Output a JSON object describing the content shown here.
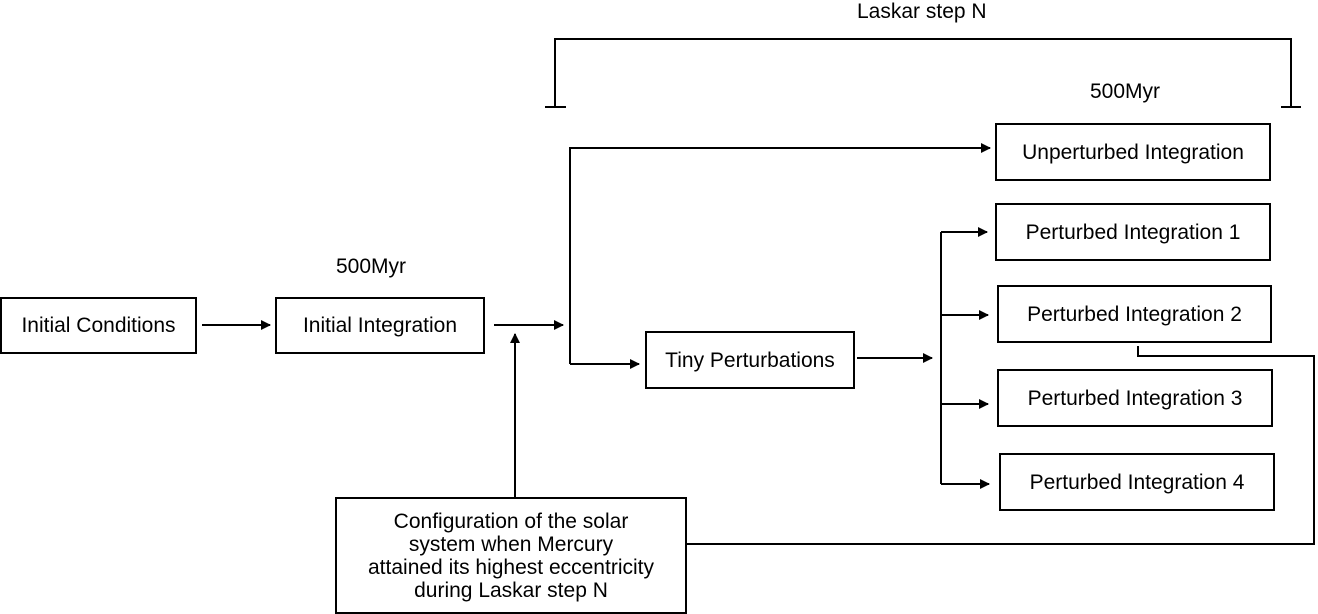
{
  "diagram": {
    "top_bracket_label": "Laskar step N",
    "right_duration_label": "500Myr",
    "left_duration_label": "500Myr",
    "boxes": {
      "initial_conditions": "Initial Conditions",
      "initial_integration": "Initial Integration",
      "tiny_perturbations": "Tiny Perturbations",
      "unperturbed_integration": "Unperturbed Integration",
      "perturbed_1": "Perturbed Integration 1",
      "perturbed_2": "Perturbed Integration 2",
      "perturbed_3": "Perturbed Integration 3",
      "perturbed_4": "Perturbed Integration 4"
    },
    "configuration_lines": [
      "Configuration of the solar",
      "system when Mercury",
      "attained its highest eccentricity",
      "during Laskar step N"
    ]
  }
}
